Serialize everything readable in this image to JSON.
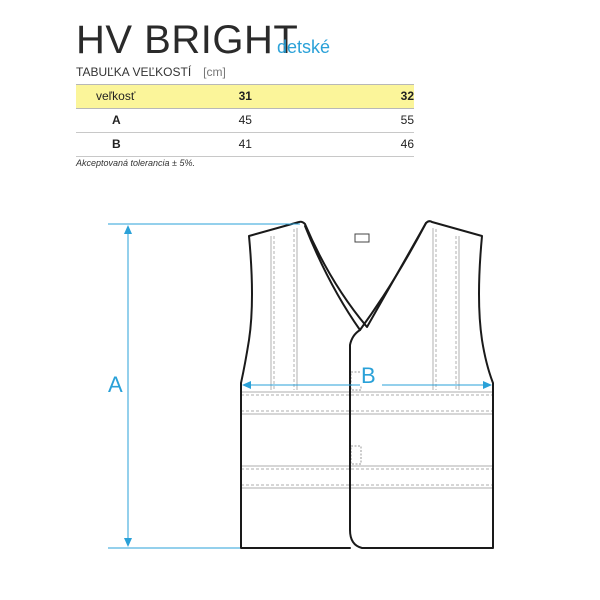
{
  "header": {
    "title": "HV BRIGHT",
    "subtitle": "detské"
  },
  "table": {
    "caption": "TABUĽKA VEĽKOSTÍ",
    "unit": "[cm]",
    "head": [
      "veľkosť",
      "31",
      "32"
    ],
    "rows": [
      {
        "label": "A",
        "values": [
          "45",
          "55"
        ]
      },
      {
        "label": "B",
        "values": [
          "41",
          "46"
        ]
      }
    ]
  },
  "note": "Akceptovaná tolerancia ± 5%.",
  "diagram": {
    "dim_a_label": "A",
    "dim_b_label": "B",
    "dimension_color": "#2aa1d8",
    "outline_color": "#1a1a1a",
    "stripe_color": "#bdbdbd"
  }
}
